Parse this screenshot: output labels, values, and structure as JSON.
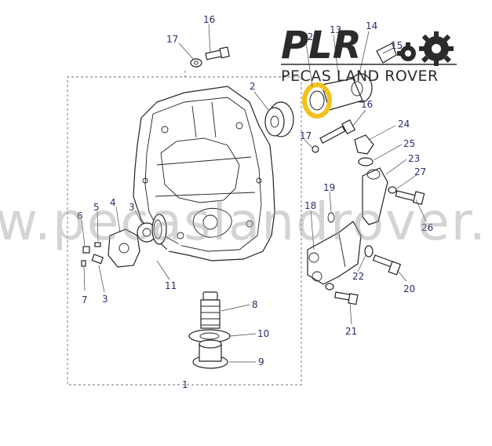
{
  "logo": {
    "initials": "PLR",
    "name": "PECAS LAND ROVER",
    "icon": "gear-icon"
  },
  "watermark": {
    "text": "w.pecaslandrover."
  },
  "highlight_color": "#f2c21b",
  "line_color": "#222222",
  "label_color": "#2a2f6a",
  "callouts": [
    "1",
    "2",
    "3",
    "3",
    "4",
    "5",
    "6",
    "7",
    "8",
    "9",
    "10",
    "11",
    "12",
    "13",
    "14",
    "15",
    "16",
    "16",
    "17",
    "17",
    "18",
    "19",
    "20",
    "21",
    "22",
    "23",
    "24",
    "25",
    "26",
    "27"
  ]
}
